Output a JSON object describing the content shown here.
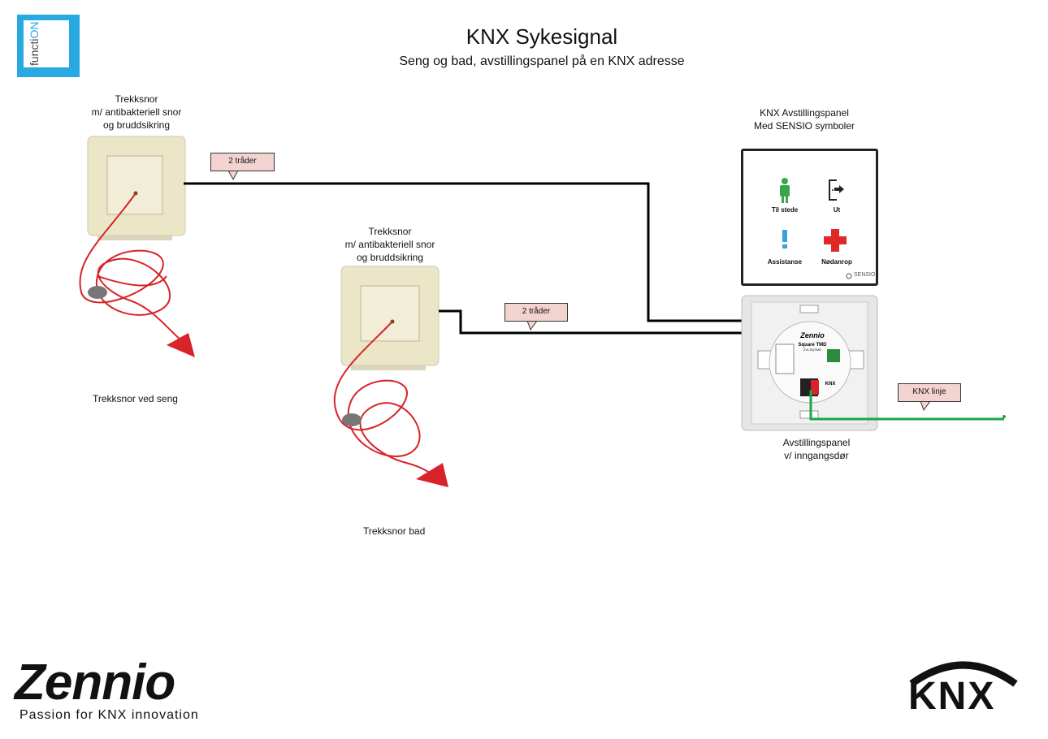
{
  "title": "KNX Sykesignal",
  "subtitle": "Seng og bad, avstillingspanel på en KNX adresse",
  "logo": {
    "part1": "functi",
    "part2": "ON"
  },
  "device1": {
    "label": [
      "Trekksnor",
      "m/  antibakteriell snor",
      "og bruddsikring"
    ],
    "caption": "Trekksnor ved seng"
  },
  "device2": {
    "label": [
      "Trekksnor",
      "m/ antibakteriell snor",
      "og bruddsikring"
    ],
    "caption": "Trekksnor bad"
  },
  "callouts": {
    "wire1": "2 tråder",
    "wire2": "2 tråder",
    "bus": "KNX linje"
  },
  "panel": {
    "label": [
      "KNX Avstillingspanel",
      "Med SENSIO symboler"
    ],
    "symbols": [
      "Til stede",
      "Ut",
      "Assistanse",
      "Nødanrop"
    ],
    "brand": "SENSIO"
  },
  "module": {
    "brand": "Zennio",
    "model": "Square TMD",
    "code": "ZVI-SQTMD",
    "caption": [
      "Avstillingspanel",
      "v/ inngangsdør"
    ]
  },
  "footer": {
    "zennio": "Zennio",
    "tagline": "Passion for KNX innovation",
    "knx": "KNX"
  },
  "colors": {
    "wire": "#000000",
    "bus": "#1aa64a",
    "cord": "#d8232a",
    "callout": "#f3d3cf",
    "logo": "#29a9e1"
  }
}
